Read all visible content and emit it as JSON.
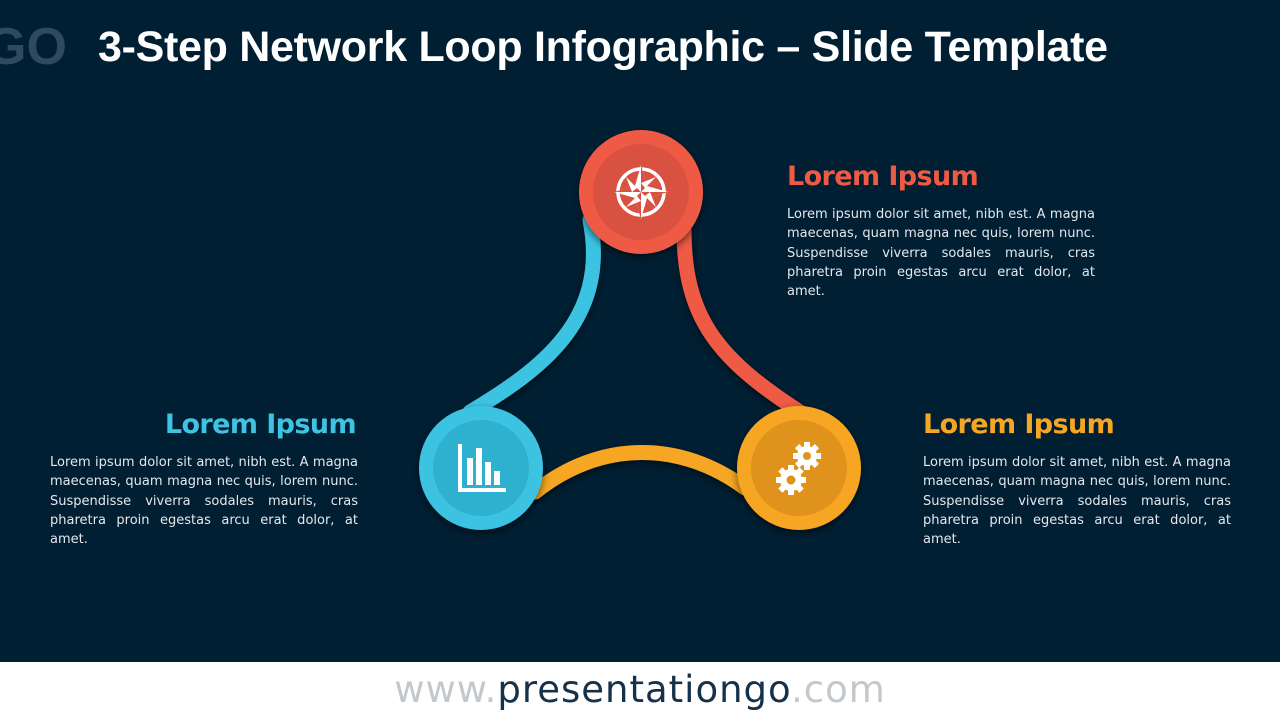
{
  "slide": {
    "title": "3-Step Network Loop Infographic – Slide Template",
    "logo_text": "GO"
  },
  "steps": [
    {
      "id": "top",
      "heading": "Lorem Ipsum",
      "body": "Lorem ipsum dolor sit amet, nibh est. A magna maecenas, quam magna nec quis, lorem nunc. Suspendisse viverra sodales mauris, cras pharetra proin egestas arcu erat dolor, at amet.",
      "color": "#ef5a45",
      "icon": "compass-rose-icon"
    },
    {
      "id": "left",
      "heading": "Lorem Ipsum",
      "body": "Lorem ipsum dolor sit amet, nibh est. A magna maecenas, quam magna nec quis, lorem nunc. Suspendisse viverra sodales mauris, cras pharetra proin egestas arcu erat dolor, at amet.",
      "color": "#3ec3e2",
      "icon": "bar-chart-icon"
    },
    {
      "id": "right",
      "heading": "Lorem Ipsum",
      "body": "Lorem ipsum dolor sit amet, nibh est. A magna maecenas, quam magna nec quis, lorem nunc. Suspendisse viverra sodales mauris, cras pharetra proin egestas arcu erat dolor, at amet.",
      "color": "#f6a623",
      "icon": "gears-icon"
    }
  ],
  "footer": {
    "prefix": "www.",
    "brand": "presentationgo",
    "suffix": ".com"
  },
  "colors": {
    "background": "#001f33",
    "red": "#ef5a45",
    "blue": "#3ec3e2",
    "orange": "#f6a623"
  }
}
